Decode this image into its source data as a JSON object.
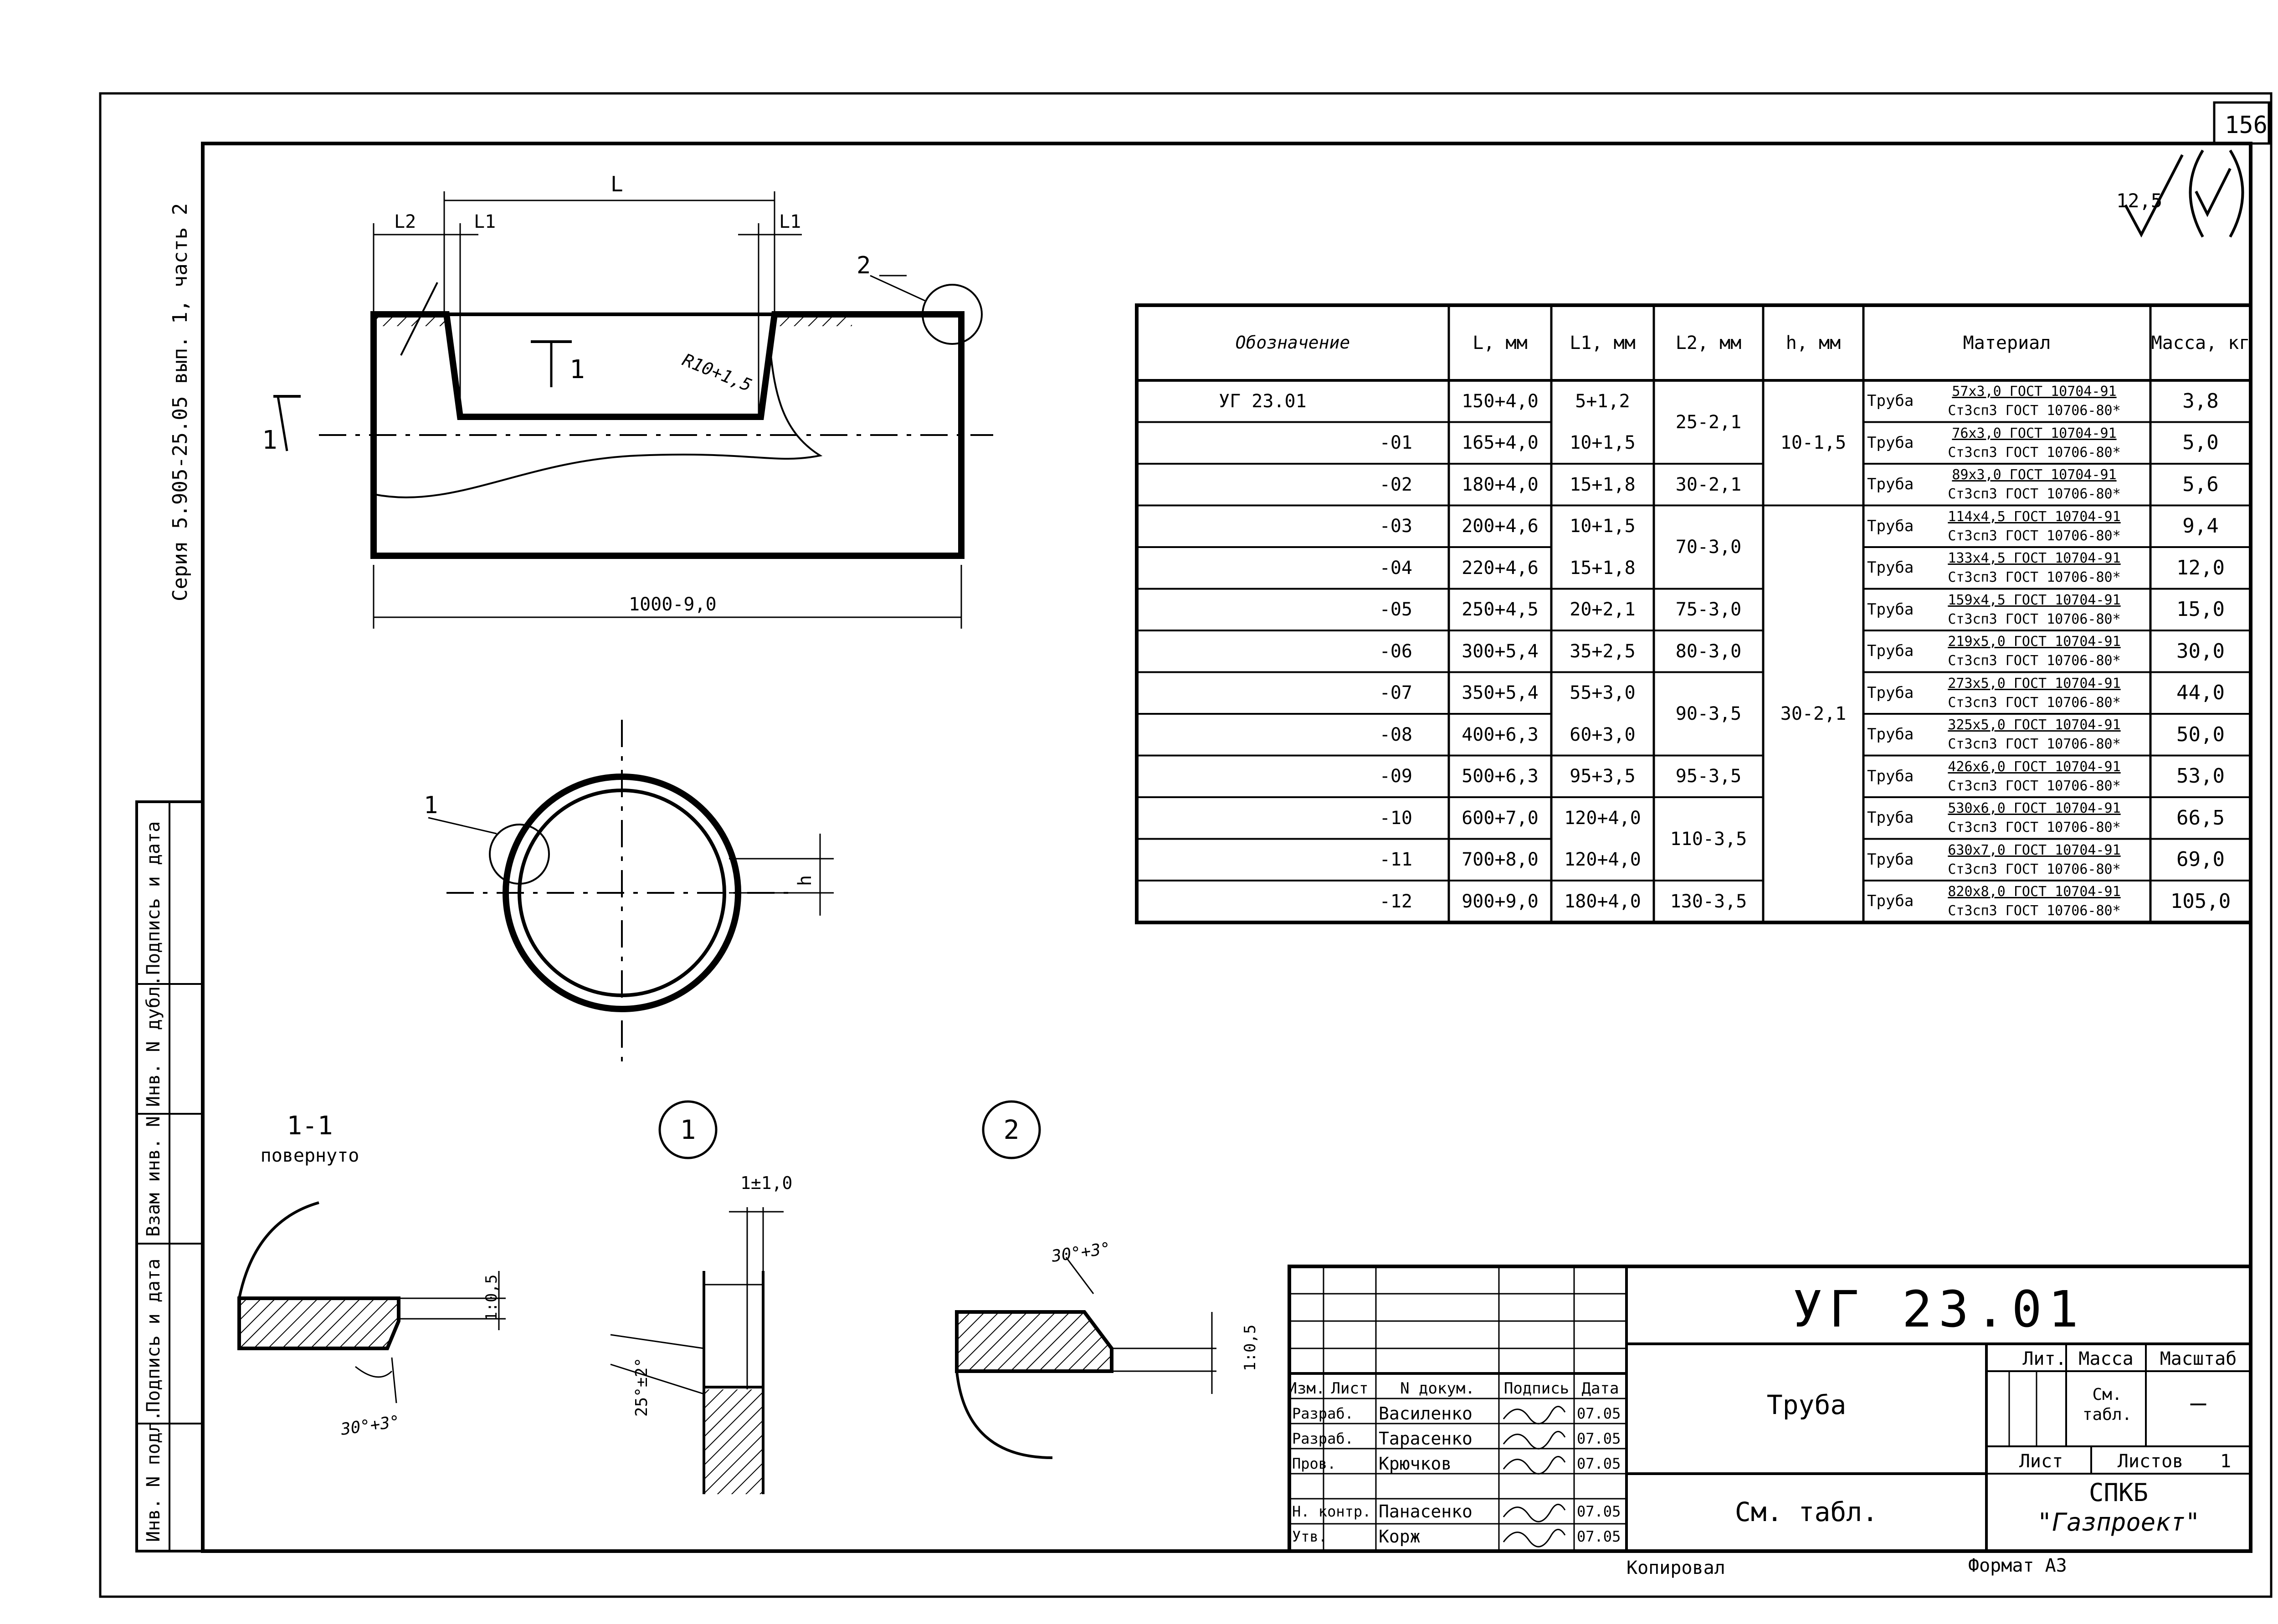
{
  "sheet": {
    "page_number": "156",
    "series_note": "Серия 5.905-25.05 вып. 1, часть 2",
    "roughness": "12,5",
    "copied_label": "Копировал",
    "format_label": "Формат А3"
  },
  "left_strip": [
    "Инв. N подл.",
    "Подпись и дата",
    "Взам инв. N",
    "Инв. N дубл.",
    "Подпись и дата"
  ],
  "drawing": {
    "dim_L": "L",
    "dim_L1_left": "L1",
    "dim_L1_right": "L1",
    "dim_L2": "L2",
    "dim_total": "1000-9,0",
    "radius": "R10+1,5",
    "section_mark": "1",
    "section_mark_side": "1",
    "callout_1": "1",
    "callout_2": "2",
    "dim_h": "h",
    "section_title": "1-1",
    "section_subtitle": "повернуто",
    "detail_1": "1",
    "detail_2": "2",
    "sec_slope": "1:0,5",
    "sec_angle": "30°+3°",
    "d1_gap": "1±1,0",
    "d1_angle": "25°±2°",
    "d2_angle": "30°+3°",
    "d2_slope": "1:0,5"
  },
  "spec_table": {
    "headers": [
      "Обозначение",
      "L, мм",
      "L1, мм",
      "L2, мм",
      "h, мм",
      "Материал",
      "Масса, кг"
    ],
    "material_prefix": "Труба",
    "material_line2": "Ст3сп3 ГОСТ 10706-80*",
    "rows": [
      {
        "designation": "УГ 23.01",
        "L": "150+4,0",
        "L1": "5+1,2",
        "material": "57х3,0 ГОСТ 10704-91",
        "mass": "3,8"
      },
      {
        "designation": "-01",
        "L": "165+4,0",
        "L1": "10+1,5",
        "material": "76х3,0 ГОСТ 10704-91",
        "mass": "5,0"
      },
      {
        "designation": "-02",
        "L": "180+4,0",
        "L1": "15+1,8",
        "material": "89х3,0 ГОСТ 10704-91",
        "mass": "5,6"
      },
      {
        "designation": "-03",
        "L": "200+4,6",
        "L1": "10+1,5",
        "material": "114х4,5 ГОСТ 10704-91",
        "mass": "9,4"
      },
      {
        "designation": "-04",
        "L": "220+4,6",
        "L1": "15+1,8",
        "material": "133х4,5 ГОСТ 10704-91",
        "mass": "12,0"
      },
      {
        "designation": "-05",
        "L": "250+4,5",
        "L1": "20+2,1",
        "material": "159х4,5 ГОСТ 10704-91",
        "mass": "15,0"
      },
      {
        "designation": "-06",
        "L": "300+5,4",
        "L1": "35+2,5",
        "material": "219х5,0 ГОСТ 10704-91",
        "mass": "30,0"
      },
      {
        "designation": "-07",
        "L": "350+5,4",
        "L1": "55+3,0",
        "material": "273х5,0 ГОСТ 10704-91",
        "mass": "44,0"
      },
      {
        "designation": "-08",
        "L": "400+6,3",
        "L1": "60+3,0",
        "material": "325х5,0 ГОСТ 10704-91",
        "mass": "50,0"
      },
      {
        "designation": "-09",
        "L": "500+6,3",
        "L1": "95+3,5",
        "material": "426х6,0 ГОСТ 10704-91",
        "mass": "53,0"
      },
      {
        "designation": "-10",
        "L": "600+7,0",
        "L1": "120+4,0",
        "material": "530х6,0 ГОСТ 10704-91",
        "mass": "66,5"
      },
      {
        "designation": "-11",
        "L": "700+8,0",
        "L1": "120+4,0",
        "material": "630х7,0 ГОСТ 10704-91",
        "mass": "69,0"
      },
      {
        "designation": "-12",
        "L": "900+9,0",
        "L1": "180+4,0",
        "material": "820х8,0 ГОСТ 10704-91",
        "mass": "105,0"
      }
    ],
    "l2_groups": [
      "25-2,1",
      "30-2,1",
      "70-3,0",
      "75-3,0",
      "80-3,0",
      "90-3,5",
      "95-3,5",
      "110-3,5",
      "130-3,5"
    ],
    "h_groups": [
      "10-1,5",
      "30-2,1"
    ]
  },
  "title_block": {
    "code": "УГ 23.01",
    "name": "Труба",
    "material_ref": "См. табл.",
    "lit_label": "Лит.",
    "mass_label": "Масса",
    "scale_label": "Масштаб",
    "mass_value": "См. табл.",
    "scale_value": "—",
    "sheet_label": "Лист",
    "sheets_label": "Листов",
    "sheets_value": "1",
    "org_line1": "СПКБ",
    "org_line2": "\"Газпроект\"",
    "columns": [
      "Изм.",
      "Лист",
      "N докум.",
      "Подпись",
      "Дата"
    ],
    "signers": [
      {
        "role": "Разраб.",
        "name": "Василенко",
        "date": "07.05"
      },
      {
        "role": "Разраб.",
        "name": "Тарасенко",
        "date": "07.05"
      },
      {
        "role": "Пров.",
        "name": "Крючков",
        "date": "07.05"
      },
      {
        "role": "Н. контр.",
        "name": "Панасенко",
        "date": "07.05"
      },
      {
        "role": "Утв.",
        "name": "Корж",
        "date": "07.05"
      }
    ]
  }
}
